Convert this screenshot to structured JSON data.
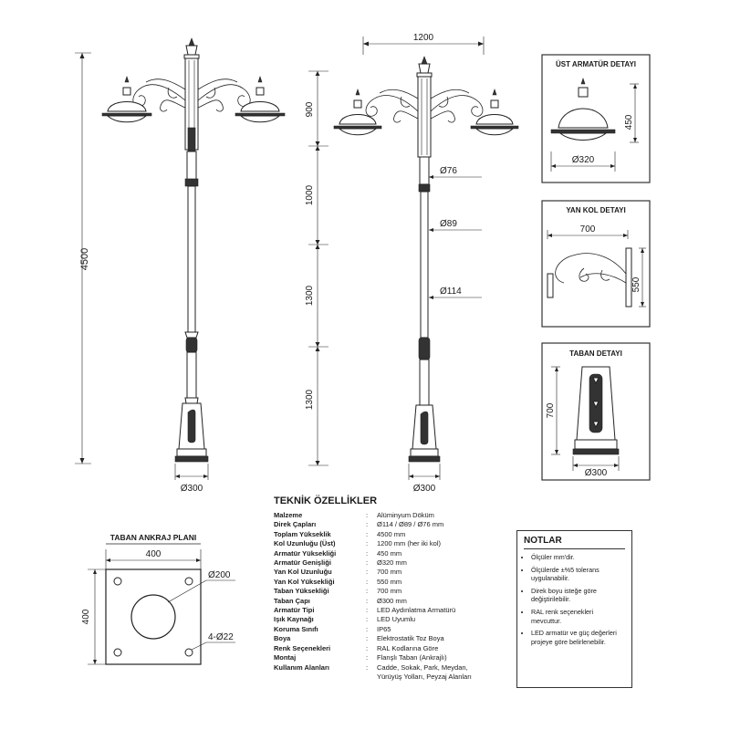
{
  "dimensions": {
    "total_height": "4500",
    "base_diameter_left": "Ø300",
    "top_width": "1200",
    "seg_900": "900",
    "seg_1000": "1000",
    "seg_1300_upper": "1300",
    "seg_1300_lower": "1300",
    "dia_76": "Ø76",
    "dia_89": "Ø89",
    "dia_114": "Ø114",
    "base_diameter_right": "Ø300"
  },
  "details": {
    "top_fixture": {
      "title": "ÜST ARMATÜR DETAYI",
      "height": "450",
      "diameter": "Ø320"
    },
    "side_arm": {
      "title": "YAN KOL DETAYI",
      "width": "700",
      "height": "550"
    },
    "base": {
      "title": "TABAN DETAYI",
      "height": "700",
      "diameter": "Ø300"
    }
  },
  "anchor_plan": {
    "title": "TABAN ANKRAJ PLANI",
    "width": "400",
    "height": "400",
    "center_hole": "Ø200",
    "bolt_holes": "4-Ø22"
  },
  "specs": {
    "title": "TEKNİK ÖZELLİKLER",
    "rows": [
      {
        "k": "Malzeme",
        "v": "Alüminyum Döküm"
      },
      {
        "k": "Direk Çapları",
        "v": "Ø114 / Ø89 / Ø76 mm"
      },
      {
        "k": "Toplam Yükseklik",
        "v": "4500 mm"
      },
      {
        "k": "Kol Uzunluğu (Üst)",
        "v": "1200 mm (her iki kol)"
      },
      {
        "k": "Armatür Yüksekliği",
        "v": "450 mm"
      },
      {
        "k": "Armatür Genişliği",
        "v": "Ø320 mm"
      },
      {
        "k": "Yan Kol Uzunluğu",
        "v": "700 mm"
      },
      {
        "k": "Yan Kol Yüksekliği",
        "v": "550 mm"
      },
      {
        "k": "Taban Yüksekliği",
        "v": "700 mm"
      },
      {
        "k": "Taban Çapı",
        "v": "Ø300 mm"
      },
      {
        "k": "Armatür Tipi",
        "v": "LED Aydınlatma Armatürü"
      },
      {
        "k": "Işık Kaynağı",
        "v": "LED Uyumlu"
      },
      {
        "k": "Koruma Sınıfı",
        "v": "IP65"
      },
      {
        "k": "Boya",
        "v": "Elektrostatik Toz Boya"
      },
      {
        "k": "Renk Seçenekleri",
        "v": "RAL Kodlarına Göre"
      },
      {
        "k": "Montaj",
        "v": "Flanşlı Taban (Ankrajlı)"
      },
      {
        "k": "Kullanım Alanları",
        "v": "Cadde, Sokak, Park, Meydan,"
      },
      {
        "k": "",
        "v": "Yürüyüş Yolları, Peyzaj Alanları"
      }
    ]
  },
  "notes": {
    "title": "NOTLAR",
    "items": [
      "Ölçüler mm'dir.",
      "Ölçülerde ±%5 tolerans uygulanabilir.",
      "Direk boyu isteğe göre değiştirilebilir.",
      "RAL renk seçenekleri mevcuttur.",
      "LED armatür ve güç değerleri projeye göre belirlenebilir."
    ]
  }
}
